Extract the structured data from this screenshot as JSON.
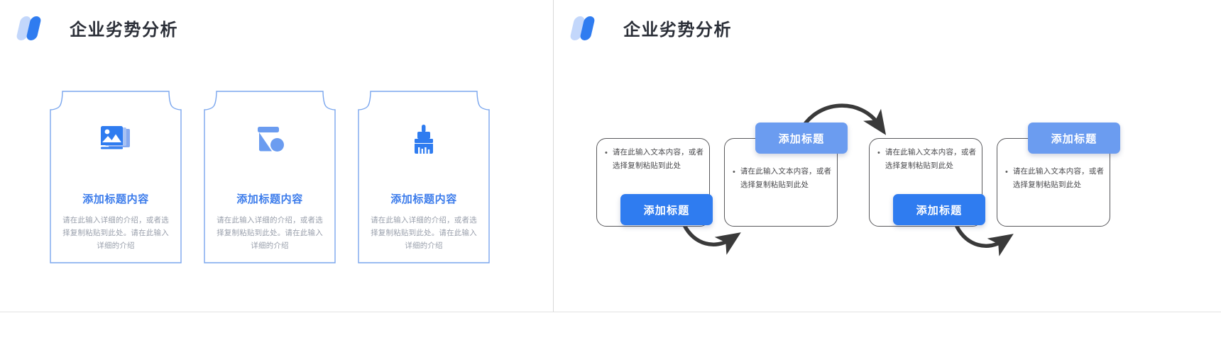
{
  "slides": [
    {
      "header": {
        "title": "企业劣势分析",
        "logo_icon": "double-slash-logo-icon"
      },
      "cards": [
        {
          "icon": "image-stack-icon",
          "title": "添加标题内容",
          "desc": "请在此输入详细的介绍，或者选择复制粘贴到此处。请在此输入详细的介绍"
        },
        {
          "icon": "shape-triangle-circle-icon",
          "title": "添加标题内容",
          "desc": "请在此输入详细的介绍，或者选择复制粘贴到此处。请在此输入详细的介绍"
        },
        {
          "icon": "paint-brush-icon",
          "title": "添加标题内容",
          "desc": "请在此输入详细的介绍，或者选择复制粘贴到此处。请在此输入详细的介绍"
        }
      ]
    },
    {
      "header": {
        "title": "企业劣势分析",
        "logo_icon": "double-slash-logo-icon"
      },
      "steps": [
        {
          "bullet": "•",
          "text": "请在此输入文本内容，或者选择复制粘贴到此处",
          "badge": "添加标题",
          "badge_style": "strong"
        },
        {
          "bullet": "•",
          "text": "请在此输入文本内容，或者选择复制粘贴到此处",
          "badge": "添加标题",
          "badge_style": "soft"
        },
        {
          "bullet": "•",
          "text": "请在此输入文本内容，或者选择复制粘贴到此处",
          "badge": "添加标题",
          "badge_style": "strong"
        },
        {
          "bullet": "•",
          "text": "请在此输入文本内容，或者选择复制粘贴到此处",
          "badge": "添加标题",
          "badge_style": "soft"
        }
      ],
      "arrows": [
        {
          "name": "arrow-step1-to-step2",
          "direction": "down-right"
        },
        {
          "name": "arrow-step2-to-step3",
          "direction": "up-right"
        },
        {
          "name": "arrow-step3-to-step4",
          "direction": "down-right"
        }
      ]
    }
  ],
  "colors": {
    "accent_blue": "#2f7cf0",
    "soft_blue": "#6b9cf0",
    "card_border": "#7aa6ee",
    "title_text": "#2b2f38",
    "body_text": "#9aa0ac",
    "arrow": "#3a3a3a"
  }
}
